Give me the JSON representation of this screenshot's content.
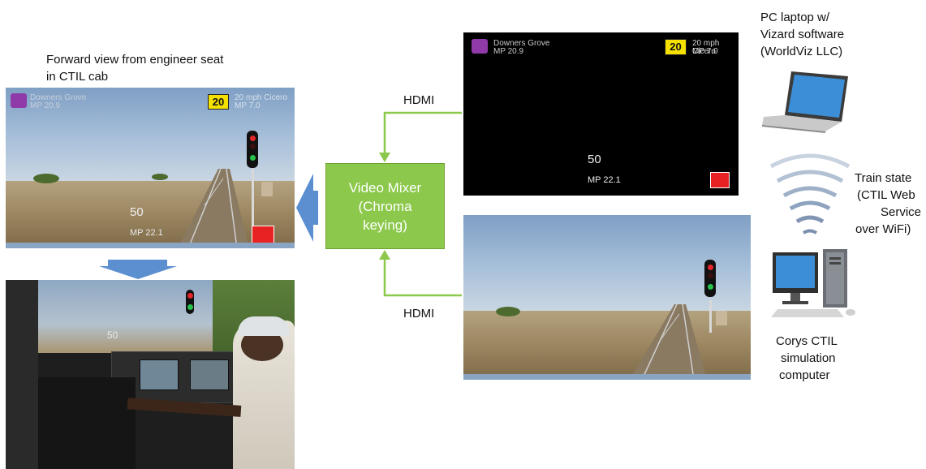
{
  "labels": {
    "forward_view_line1": "Forward view from engineer seat",
    "forward_view_line2": "in CTIL cab",
    "hdmi_top": "HDMI",
    "hdmi_bottom": "HDMI",
    "pc_line1": "PC laptop w/",
    "pc_line2": "Vizard software",
    "pc_line3": "(WorldViz LLC)",
    "train_line1": "Train state",
    "train_line2": "(CTIL Web",
    "train_line3": "Service",
    "train_line4": "over WiFi)",
    "corys_line1": "Corys CTIL",
    "corys_line2": "simulation",
    "corys_line3": "computer"
  },
  "mixer": {
    "line1": "Video Mixer",
    "line2": "(Chroma",
    "line3": "keying)"
  },
  "overlay_screen": {
    "station_left": "Downers Grove",
    "mp_left": "MP 20.9",
    "speed_limit": "20",
    "station_right": "20 mph Cicero",
    "mp_right": "MP 7.0",
    "speed": "50",
    "milepost": "MP 22.1"
  },
  "forward_view_screen": {
    "station_left": "Downers Grove",
    "mp_left": "MP 20.9",
    "speed_limit": "20",
    "station_right": "20 mph Cicero",
    "mp_right": "MP 7.0",
    "speed": "50",
    "milepost": "MP 22.1"
  },
  "cab_photo_screen": {
    "speed": "50"
  },
  "colors": {
    "mixer_fill": "#8cc84b",
    "connector_green": "#8cc84b",
    "block_arrow_blue": "#5b8fd0",
    "signal_red": "#e3262b",
    "signal_green": "#27c24c",
    "speed_badge": "#f5e000",
    "train_icon": "#8f3aa8",
    "radio_icon": "#e82222"
  },
  "icons": {
    "laptop": "laptop-icon",
    "wifi": "wifi-waves-icon",
    "desktop": "desktop-computer-icon"
  }
}
